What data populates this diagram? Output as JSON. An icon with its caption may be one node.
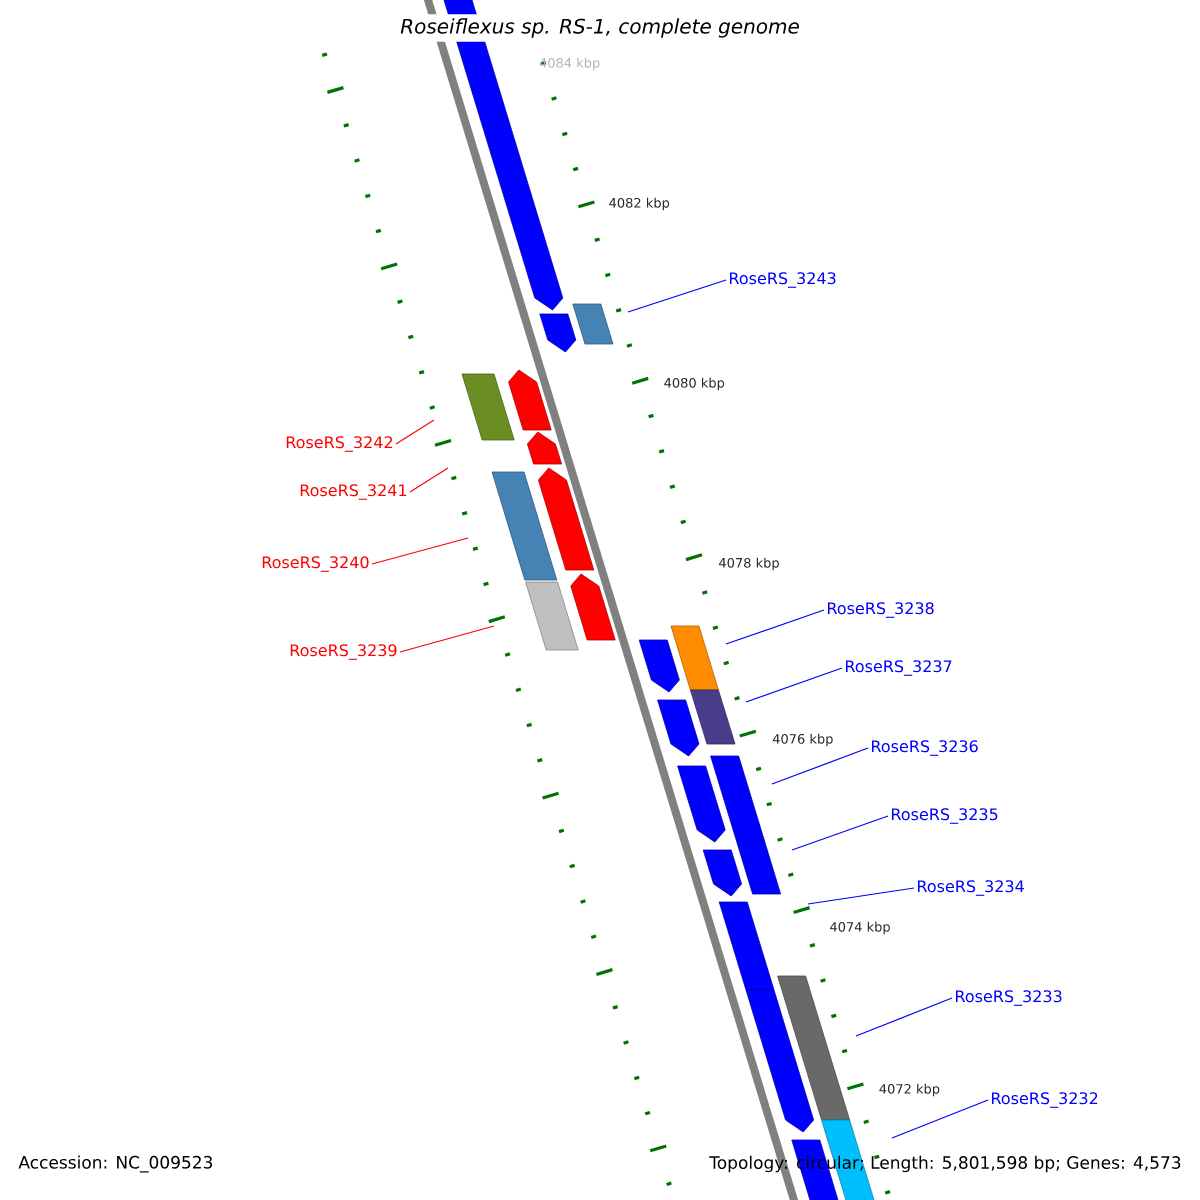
{
  "diagram": {
    "title": "Roseiflexus sp. RS-1, complete genome",
    "nodes": [
      {
        "text": [
          "RoseRS_3243"
        ]
      },
      {
        "text": [
          "RoseRS_3242"
        ]
      },
      {
        "text": [
          "RoseRS_3241"
        ]
      },
      {
        "text": [
          "RoseRS_3240"
        ]
      },
      {
        "text": [
          "RoseRS_3238"
        ]
      },
      {
        "text": [
          "RoseRS_3239"
        ]
      },
      {
        "text": [
          "RoseRS_3237"
        ]
      },
      {
        "text": [
          "RoseRS_3236"
        ]
      },
      {
        "text": [
          "RoseRS_3235"
        ]
      },
      {
        "text": [
          "RoseRS_3234"
        ]
      },
      {
        "text": [
          "RoseRS_3233"
        ]
      },
      {
        "text": [
          "RoseRS_3232"
        ]
      }
    ],
    "edges": [
      {
        "from": 0,
        "to": null,
        "arrow": "none"
      },
      {
        "from": 1,
        "to": null,
        "arrow": "none",
        "color": "#ff0000"
      },
      {
        "from": 2,
        "to": null,
        "arrow": "none",
        "color": "#ff0000"
      },
      {
        "from": 3,
        "to": null,
        "arrow": "none",
        "color": "#ff0000"
      },
      {
        "from": 4,
        "to": null,
        "arrow": "none"
      },
      {
        "from": 5,
        "to": null,
        "arrow": "none",
        "color": "#ff0000"
      },
      {
        "from": 6,
        "to": null,
        "arrow": "none"
      },
      {
        "from": 7,
        "to": null,
        "arrow": "none"
      },
      {
        "from": 8,
        "to": null,
        "arrow": "none"
      },
      {
        "from": 9,
        "to": null,
        "arrow": "none"
      },
      {
        "from": 10,
        "to": null,
        "arrow": "none"
      },
      {
        "from": 11,
        "to": null,
        "arrow": "none"
      }
    ],
    "labels": [
      "4084 kbp",
      "4082 kbp",
      "4080 kbp",
      "4078 kbp",
      "4076 kbp",
      "4074 kbp",
      "4072 kbp",
      "Accession: NC_009523",
      "Topology: circular; Length: 5,801,598 bp; Genes: 4,573"
    ]
  }
}
